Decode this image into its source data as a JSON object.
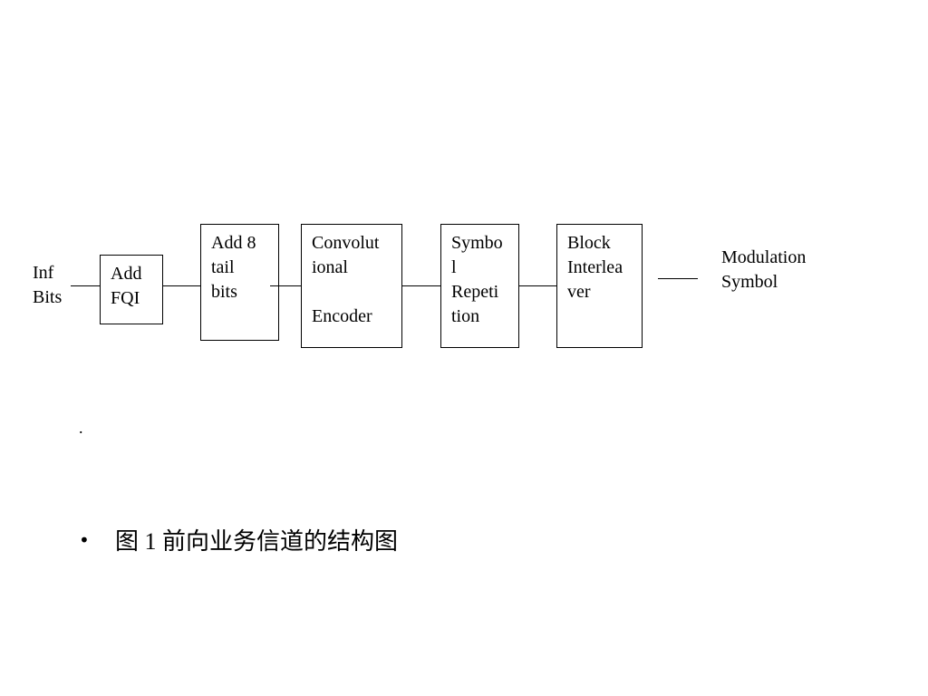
{
  "diagram": {
    "input_label": "Inf\nBits",
    "blocks": [
      {
        "id": "add-fqi",
        "label": "Add\nFQI"
      },
      {
        "id": "add-tail-bits",
        "label": "Add 8\ntail\nbits"
      },
      {
        "id": "convolutional-encoder",
        "label": "Convolut\nional\n\nEncoder"
      },
      {
        "id": "symbol-repetition",
        "label": "Symbo\nl\nRepeti\ntion"
      },
      {
        "id": "block-interleaver",
        "label": "Block\nInterlea\nver"
      }
    ],
    "output_label": "Modulation\nSymbol"
  },
  "stray_mark": ".",
  "caption": {
    "bullet": "•",
    "text": "图 1  前向业务信道的结构图"
  }
}
